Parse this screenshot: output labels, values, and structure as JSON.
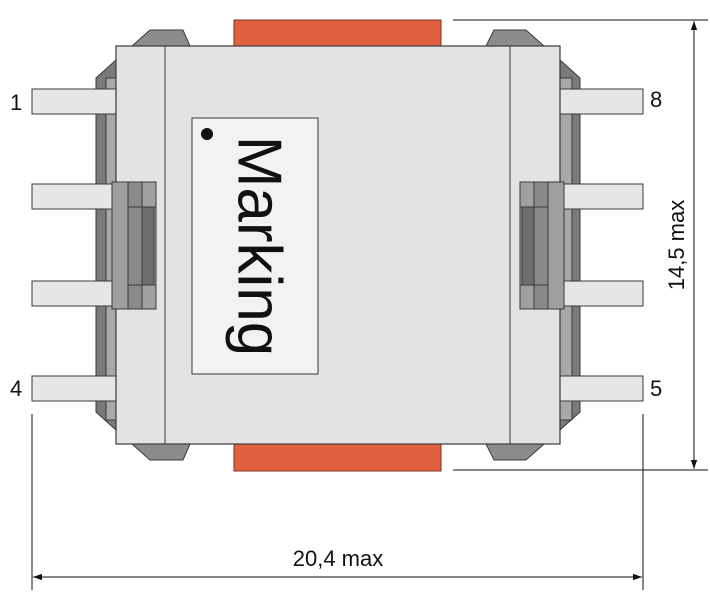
{
  "colors": {
    "body": "#e3e3e3",
    "body_dark": "#c9c9c9",
    "frame": "#9a9a9a",
    "frame_dark": "#6e6e6e",
    "core": "#e0613f",
    "outline": "#3a3a3a",
    "dimension": "#111111"
  },
  "pins": {
    "top_left": "1",
    "bottom_left": "4",
    "top_right": "8",
    "bottom_right": "5"
  },
  "marking": {
    "text": "Marking",
    "pin1_dot": "pin-1-indicator-dot"
  },
  "dimensions": {
    "width": "20,4 max",
    "height": "14,5 max"
  }
}
